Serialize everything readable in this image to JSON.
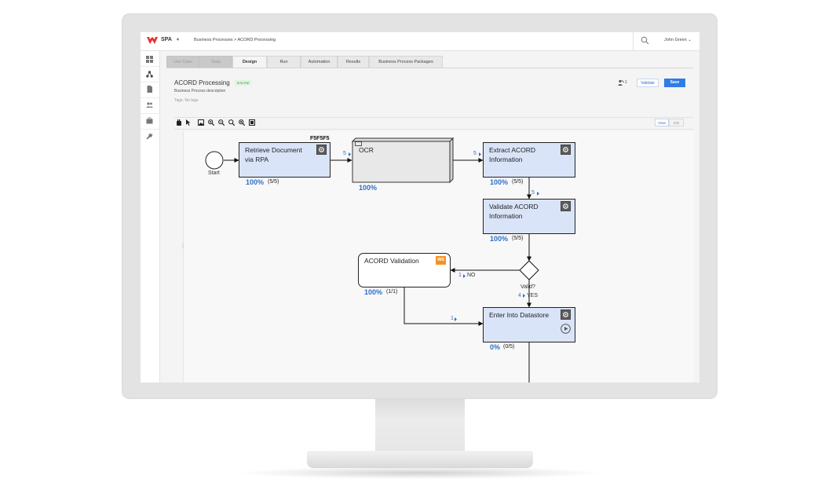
{
  "app": {
    "brand": "SPA",
    "breadcrumb": "Business Processes  >  ACORD Processing",
    "user": "John Green"
  },
  "tabs": [
    {
      "label": "Use Case",
      "state": "disabled"
    },
    {
      "label": "Data",
      "state": "disabled"
    },
    {
      "label": "Design",
      "state": "active"
    },
    {
      "label": "Run",
      "state": "normal"
    },
    {
      "label": "Automation",
      "state": "normal"
    },
    {
      "label": "Results",
      "state": "normal"
    },
    {
      "label": "Business Process Packages",
      "state": "normal"
    }
  ],
  "process": {
    "title": "ACORD Processing",
    "time_badge": "5:00 PM",
    "description": "Business Process description",
    "tags": "Tags: No tags",
    "approver_count": "1"
  },
  "actions": {
    "validate": "Validate",
    "save": "Save",
    "view": "View",
    "edit": "Edit"
  },
  "toolbar_icons": [
    "hand-icon",
    "pointer-icon",
    "image-icon",
    "zoom-in-icon",
    "zoom-out-icon",
    "zoom-actual-icon",
    "zoom-fit-icon",
    "fullscreen-icon"
  ],
  "diagram": {
    "start_label": "Start",
    "color_tag": "F5F5F5",
    "nodes": {
      "retrieve": {
        "label_line1": "Retrieve Document",
        "label_line2": "via RPA",
        "pct": "100%",
        "frac": "(5/5)"
      },
      "ocr": {
        "label": "OCR",
        "pct": "100%"
      },
      "extract": {
        "label_line1": "Extract ACORD",
        "label_line2": "Information",
        "pct": "100%",
        "frac": "(5/5)"
      },
      "validate": {
        "label_line1": "Validate ACORD",
        "label_line2": "Information",
        "pct": "100%",
        "frac": "(5/5)"
      },
      "acord_validation": {
        "label": "ACORD Validation",
        "badge": "WS",
        "pct": "100%",
        "frac": "(1/1)"
      },
      "datastore": {
        "label": "Enter Into Datastore",
        "pct": "0%",
        "frac": "(0/5)"
      }
    },
    "gateway": {
      "label": "Valid?",
      "no": "NO",
      "yes": "YES"
    },
    "counts": {
      "to_ocr": "5",
      "to_extract": "5",
      "to_validate": "5",
      "no_branch": "1",
      "yes_branch": "4",
      "to_datastore": "1"
    }
  },
  "colors": {
    "accent": "#2f7ce8",
    "task_fill": "#dae4f8",
    "percent": "#2f6fc8",
    "ws_badge": "#f39323"
  }
}
